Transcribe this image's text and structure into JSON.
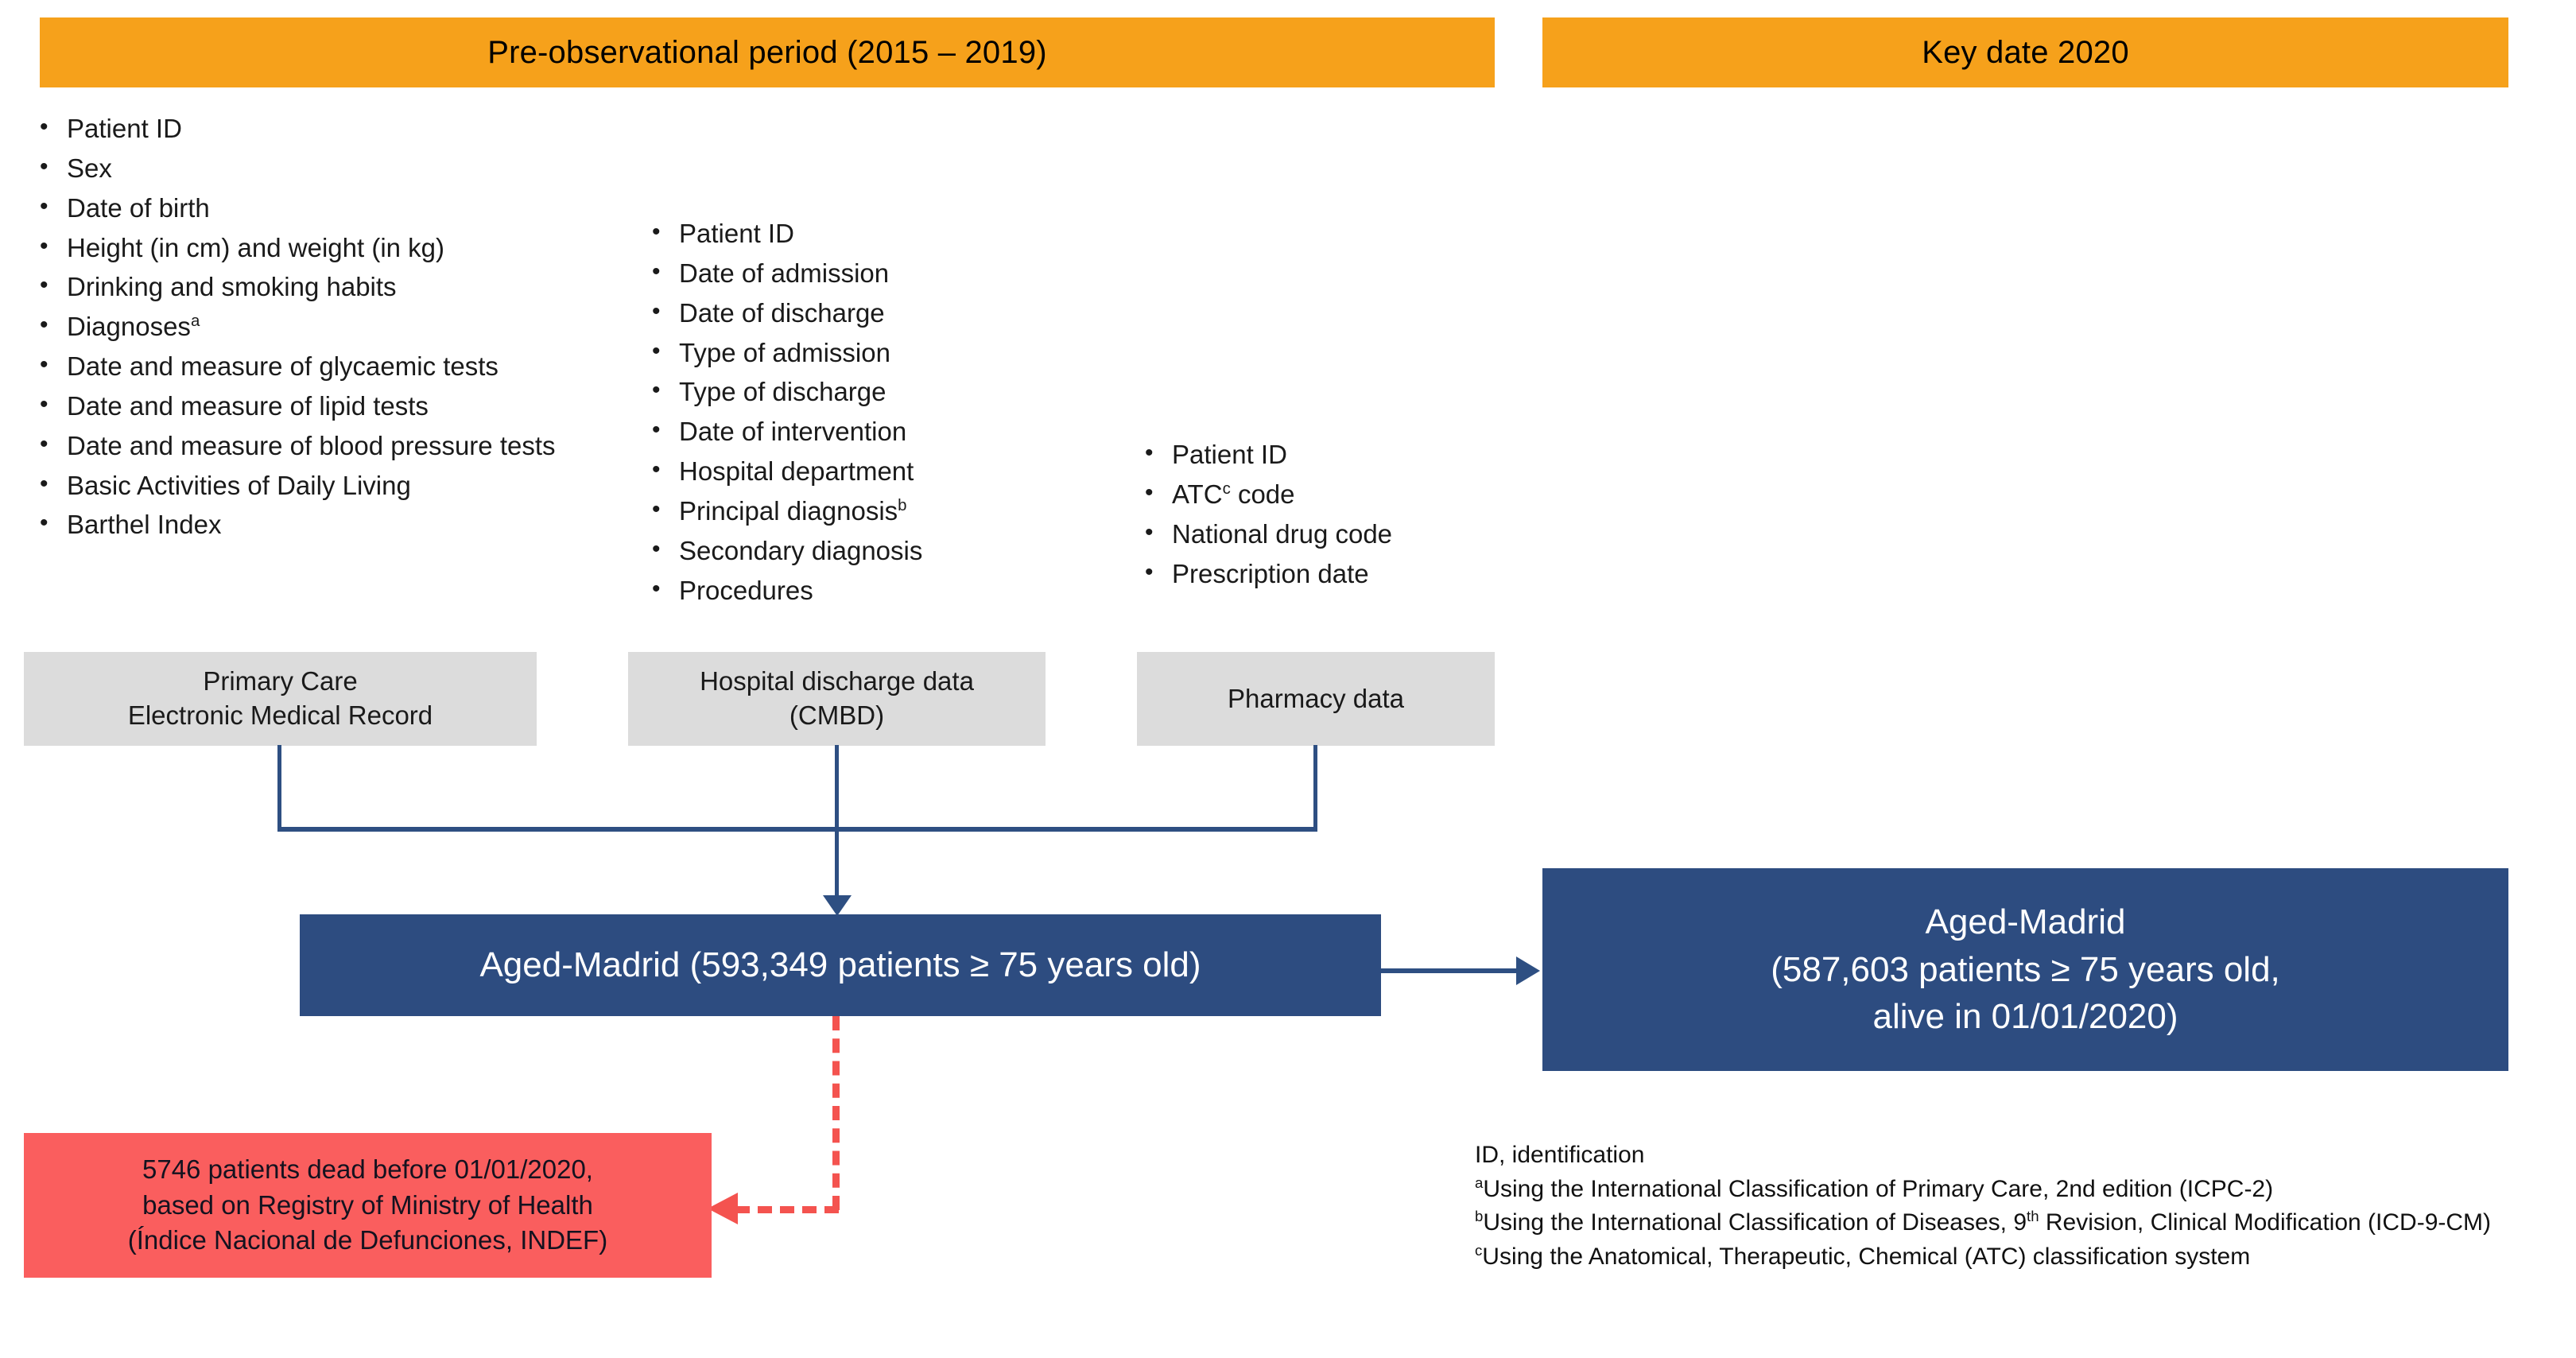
{
  "banners": {
    "left": "Pre-observational  period (2015 – 2019)",
    "right": "Key date 2020"
  },
  "lists": {
    "primary_care": [
      "Patient ID",
      "Sex",
      "Date of birth",
      "Height (in cm) and weight (in kg)",
      "Drinking and smoking habits",
      "Diagnoses<sup>a</sup>",
      "Date and measure of glycaemic tests",
      "Date and measure of lipid tests",
      "Date and measure of blood pressure tests",
      "Basic Activities of Daily Living",
      "Barthel Index"
    ],
    "hospital_discharge": [
      "Patient ID",
      "Date of admission",
      "Date of discharge",
      "Type of admission",
      "Type of discharge",
      "Date of intervention",
      "Hospital department",
      "Principal diagnosis<sup>b</sup>",
      "Secondary diagnosis",
      "Procedures"
    ],
    "pharmacy": [
      "Patient ID",
      "ATC<sup>c</sup> code",
      "National drug code",
      "Prescription date"
    ]
  },
  "sources": {
    "primary_care": "Primary Care\nElectronic Medical Record",
    "hospital_discharge": "Hospital discharge data\n(CMBD)",
    "pharmacy": "Pharmacy data"
  },
  "cohorts": {
    "pre": "Aged-Madrid (593,349 patients ≥ 75 years old)",
    "key": "Aged-Madrid\n(587,603 patients ≥ 75 years old,\nalive in 01/01/2020)"
  },
  "exclusion": {
    "dead": "5746 patients dead before 01/01/2020,\nbased on Registry of Ministry of Health\n(Índice Nacional de Defunciones, INDEF)"
  },
  "footnotes": [
    "ID, identification",
    "<sup>a</sup>Using the International Classification of Primary Care, 2nd edition (ICPC-2)",
    "<sup>b</sup>Using the International Classification of Diseases, 9<sup>th</sup> Revision, Clinical Modification (ICD-9-CM)",
    "<sup>c</sup>Using the Anatomical, Therapeutic, Chemical (ATC) classification system"
  ],
  "colors": {
    "banner": "#F6A11B",
    "source_box": "#DCDCDC",
    "cohort_box": "#2D4C80",
    "connector": "#2E4F82",
    "exclusion_box": "#FA5E5E",
    "exclusion_connector": "#F4534F"
  },
  "bullet_glyph": "•"
}
